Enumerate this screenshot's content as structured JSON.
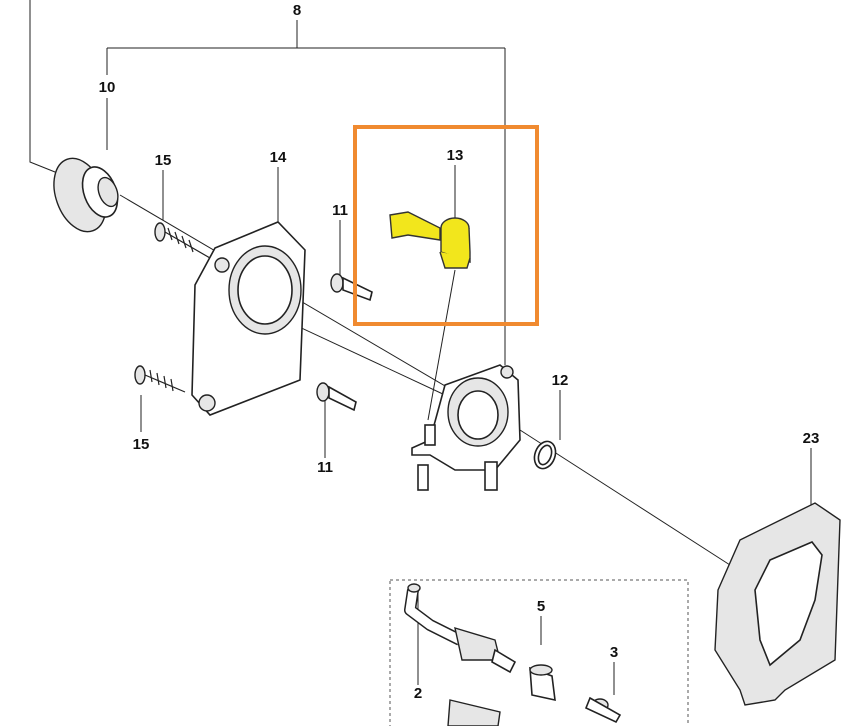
{
  "diagram": {
    "highlight_color": "#F08A30",
    "highlight_part_color": "#F2E61C",
    "callouts": {
      "p8": "8",
      "p10": "10",
      "p15a": "15",
      "p14": "14",
      "p11a": "11",
      "p13": "13",
      "p12": "12",
      "p15b": "15",
      "p11b": "11",
      "p23": "23",
      "p5": "5",
      "p2": "2",
      "p3": "3"
    }
  }
}
